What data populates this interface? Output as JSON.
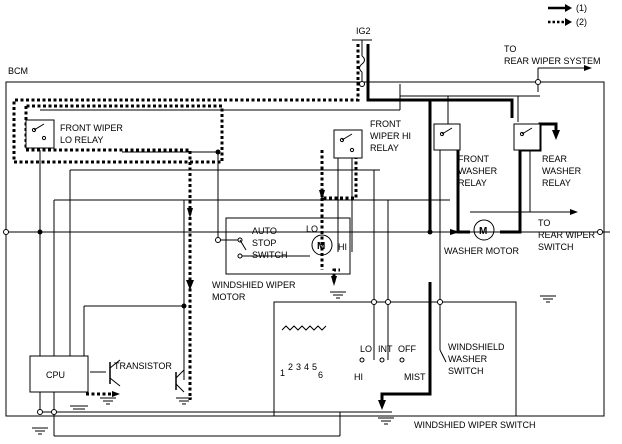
{
  "legend": {
    "solid_label": "(1)",
    "dotted_label": "(2)"
  },
  "supply": {
    "ig2": "IG2"
  },
  "modules": {
    "bcm": "BCM",
    "cpu": "CPU",
    "transistor": "TRANSISTOR"
  },
  "relays": {
    "front_wiper_lo": [
      "FRONT WIPER",
      "LO RELAY"
    ],
    "front_wiper_hi": [
      "FRONT",
      "WIPER HI",
      "RELAY"
    ],
    "front_washer": [
      "FRONT",
      "WASHER",
      "RELAY"
    ],
    "rear_washer": [
      "REAR",
      "WASHER",
      "RELAY"
    ]
  },
  "external": {
    "to_rear_wiper_system": [
      "TO",
      "REAR WIPER SYSTEM"
    ],
    "to_rear_wiper_switch": [
      "TO",
      "REAR WIPER",
      "SWITCH"
    ]
  },
  "motors": {
    "symbol": "M",
    "auto_stop_switch": [
      "AUTO",
      "STOP",
      "SWITCH"
    ],
    "wiper_motor_label": [
      "WINDSHIED WIPER",
      "MOTOR"
    ],
    "wiper_lo": "LO",
    "wiper_hi": "HI",
    "washer_motor": "WASHER MOTOR"
  },
  "wiper_switch": {
    "title": "WINDSHIED WIPER SWITCH",
    "positions": [
      "LO",
      "INT",
      "OFF"
    ],
    "hi": "HI",
    "mist": "MIST",
    "int_steps": [
      "1",
      "2",
      "3",
      "4",
      "5",
      "6"
    ],
    "washer_switch": [
      "WINDSHIELD",
      "WASHER",
      "SWITCH"
    ]
  }
}
